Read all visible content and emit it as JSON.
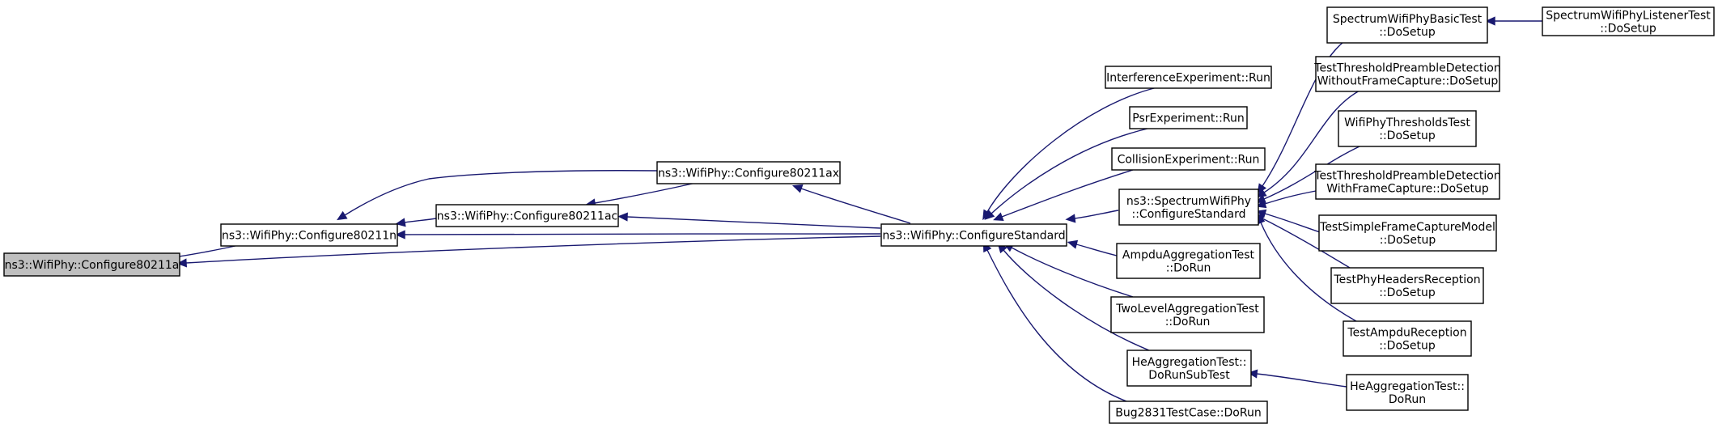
{
  "graph": {
    "nodes": [
      {
        "id": "n0",
        "lines": [
          "ns3::WifiPhy::Configure80211a"
        ],
        "root": true
      },
      {
        "id": "n1",
        "lines": [
          "ns3::WifiPhy::Configure80211n"
        ]
      },
      {
        "id": "n2",
        "lines": [
          "ns3::WifiPhy::Configure80211ac"
        ]
      },
      {
        "id": "n3",
        "lines": [
          "ns3::WifiPhy::Configure80211ax"
        ]
      },
      {
        "id": "n4",
        "lines": [
          "ns3::WifiPhy::ConfigureStandard"
        ]
      },
      {
        "id": "n5",
        "lines": [
          "InterferenceExperiment::Run"
        ]
      },
      {
        "id": "n6",
        "lines": [
          "PsrExperiment::Run"
        ]
      },
      {
        "id": "n7",
        "lines": [
          "CollisionExperiment::Run"
        ]
      },
      {
        "id": "n8",
        "lines": [
          "ns3::SpectrumWifiPhy",
          "::ConfigureStandard"
        ]
      },
      {
        "id": "n9",
        "lines": [
          "AmpduAggregationTest",
          "::DoRun"
        ]
      },
      {
        "id": "n10",
        "lines": [
          "TwoLevelAggregationTest",
          "::DoRun"
        ]
      },
      {
        "id": "n11",
        "lines": [
          "HeAggregationTest::",
          "DoRunSubTest"
        ]
      },
      {
        "id": "n12",
        "lines": [
          "Bug2831TestCase::DoRun"
        ]
      },
      {
        "id": "n13",
        "lines": [
          "SpectrumWifiPhyBasicTest",
          "::DoSetup"
        ]
      },
      {
        "id": "n14",
        "lines": [
          "TestThresholdPreambleDetection",
          "WithoutFrameCapture::DoSetup"
        ]
      },
      {
        "id": "n15",
        "lines": [
          "WifiPhyThresholdsTest",
          "::DoSetup"
        ]
      },
      {
        "id": "n16",
        "lines": [
          "TestThresholdPreambleDetection",
          "WithFrameCapture::DoSetup"
        ]
      },
      {
        "id": "n17",
        "lines": [
          "TestSimpleFrameCaptureModel",
          "::DoSetup"
        ]
      },
      {
        "id": "n18",
        "lines": [
          "TestPhyHeadersReception",
          "::DoSetup"
        ]
      },
      {
        "id": "n19",
        "lines": [
          "TestAmpduReception",
          "::DoSetup"
        ]
      },
      {
        "id": "n20",
        "lines": [
          "HeAggregationTest::",
          "DoRun"
        ]
      },
      {
        "id": "n21",
        "lines": [
          "SpectrumWifiPhyListenerTest",
          "::DoSetup"
        ]
      }
    ],
    "edges": [
      {
        "from": "n1",
        "to": "n0"
      },
      {
        "from": "n4",
        "to": "n0"
      },
      {
        "from": "n2",
        "to": "n1"
      },
      {
        "from": "n3",
        "to": "n1"
      },
      {
        "from": "n4",
        "to": "n1"
      },
      {
        "from": "n3",
        "to": "n2"
      },
      {
        "from": "n4",
        "to": "n2"
      },
      {
        "from": "n4",
        "to": "n3"
      },
      {
        "from": "n5",
        "to": "n4"
      },
      {
        "from": "n6",
        "to": "n4"
      },
      {
        "from": "n7",
        "to": "n4"
      },
      {
        "from": "n8",
        "to": "n4"
      },
      {
        "from": "n9",
        "to": "n4"
      },
      {
        "from": "n10",
        "to": "n4"
      },
      {
        "from": "n11",
        "to": "n4"
      },
      {
        "from": "n12",
        "to": "n4"
      },
      {
        "from": "n13",
        "to": "n8"
      },
      {
        "from": "n14",
        "to": "n8"
      },
      {
        "from": "n15",
        "to": "n8"
      },
      {
        "from": "n16",
        "to": "n8"
      },
      {
        "from": "n17",
        "to": "n8"
      },
      {
        "from": "n18",
        "to": "n8"
      },
      {
        "from": "n19",
        "to": "n8"
      },
      {
        "from": "n20",
        "to": "n11"
      },
      {
        "from": "n21",
        "to": "n13"
      }
    ]
  }
}
